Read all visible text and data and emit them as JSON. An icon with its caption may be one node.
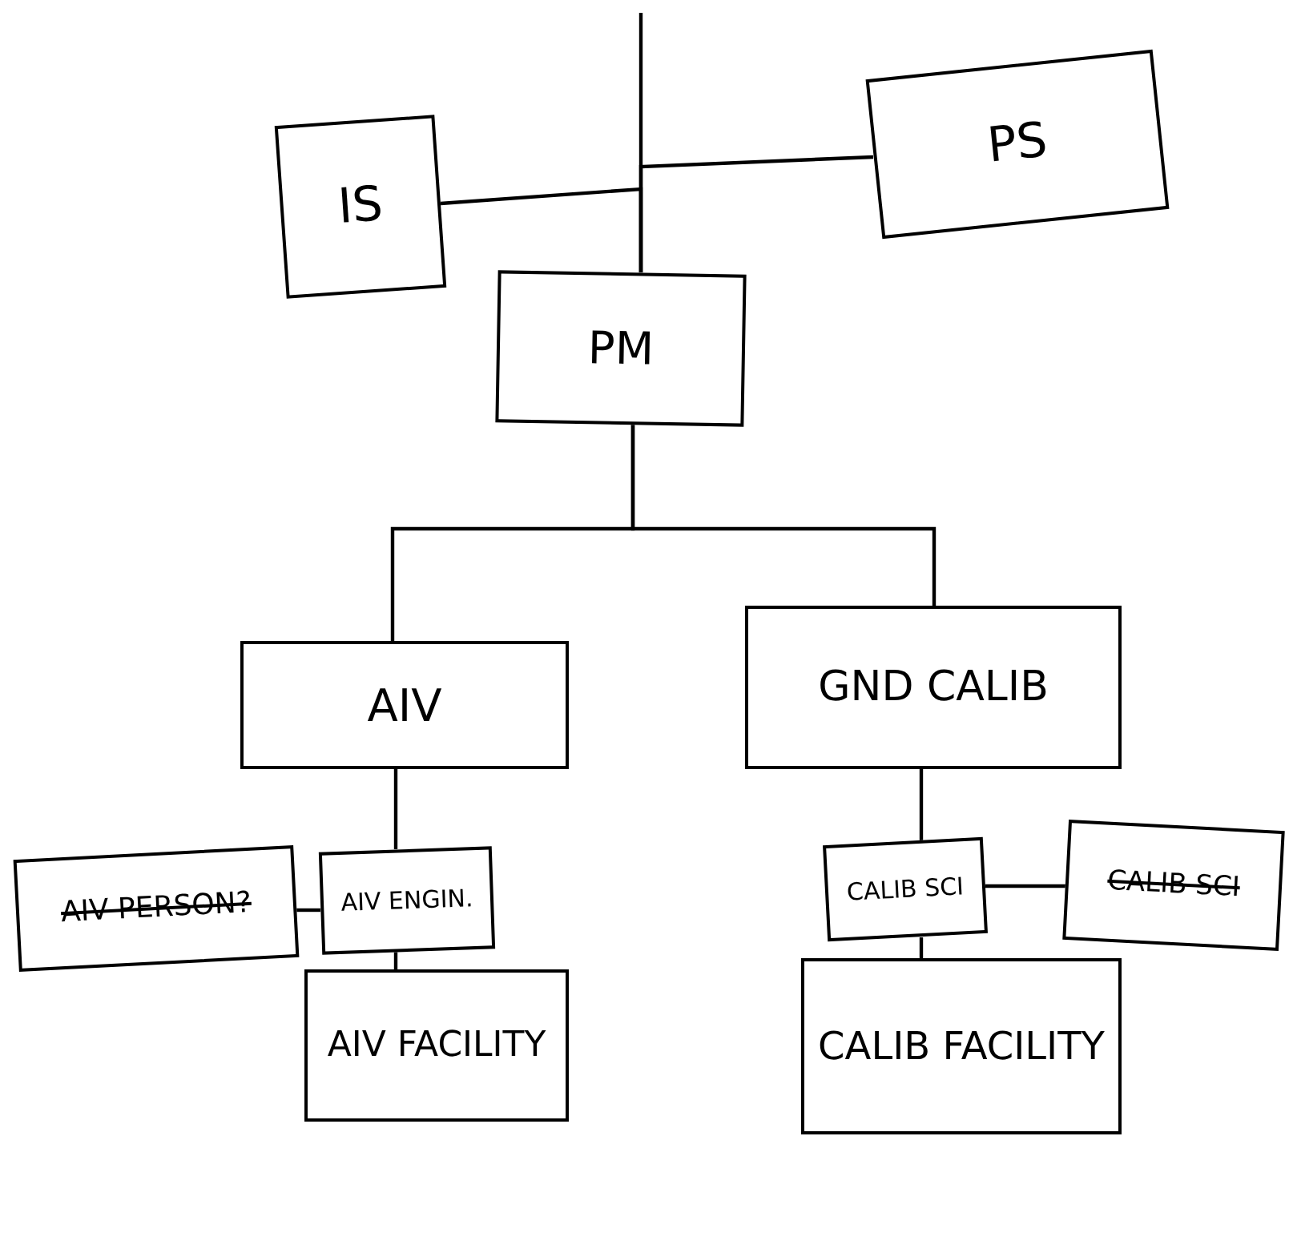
{
  "diagram": {
    "nodes": [
      {
        "text": [
          "IS"
        ]
      },
      {
        "text": [
          "PS"
        ]
      },
      {
        "text": [
          "PM"
        ]
      },
      {
        "text": [
          "AIV"
        ]
      },
      {
        "text": [
          "GND CALIB"
        ]
      },
      {
        "text": [
          "AIV PERSON?"
        ]
      },
      {
        "text": [
          "AIV ENGIN."
        ]
      },
      {
        "text": [
          "AIV FACILITY"
        ]
      },
      {
        "text": [
          "CALIB SCI"
        ]
      },
      {
        "text": [
          "CALIB SCI"
        ]
      },
      {
        "text": [
          "CALIB FACILITY"
        ]
      }
    ],
    "edges": [
      {
        "from": null,
        "to": 2,
        "arrow": "none"
      },
      {
        "from": 0,
        "to": 2,
        "arrow": "none"
      },
      {
        "from": 1,
        "to": 2,
        "arrow": "none"
      },
      {
        "from": 2,
        "to": 3,
        "arrow": "none"
      },
      {
        "from": 2,
        "to": 4,
        "arrow": "none"
      },
      {
        "from": 3,
        "to": 6,
        "arrow": "none"
      },
      {
        "from": 5,
        "to": 6,
        "arrow": "none"
      },
      {
        "from": 6,
        "to": 7,
        "arrow": "none"
      },
      {
        "from": 4,
        "to": 8,
        "arrow": "none"
      },
      {
        "from": 8,
        "to": 9,
        "arrow": "none"
      },
      {
        "from": 8,
        "to": 10,
        "arrow": "none"
      }
    ]
  }
}
